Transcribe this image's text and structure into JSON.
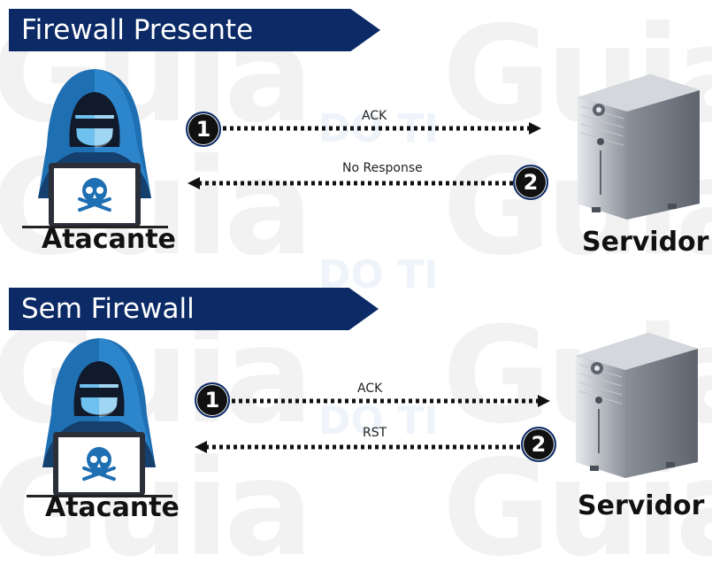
{
  "watermark": {
    "word": "Guia",
    "sub": "DO TI"
  },
  "sections": [
    {
      "title": "Firewall Presente",
      "attacker_label": "Atacante",
      "server_label": "Servidor",
      "steps": [
        {
          "number": "1",
          "label": "ACK",
          "direction": "to-server"
        },
        {
          "number": "2",
          "label": "No Response",
          "direction": "to-attacker"
        }
      ]
    },
    {
      "title": "Sem Firewall",
      "attacker_label": "Atacante",
      "server_label": "Servidor",
      "steps": [
        {
          "number": "1",
          "label": "ACK",
          "direction": "to-server"
        },
        {
          "number": "2",
          "label": "RST",
          "direction": "to-attacker"
        }
      ]
    }
  ],
  "colors": {
    "banner": "#0b2a66",
    "hood_light": "#6ec0ee",
    "hood_dark": "#1f6fb3",
    "skull": "#1f6fb3",
    "server": "#9aa0a8"
  },
  "icons": {
    "attacker": "hacker-laptop-icon",
    "server": "tower-server-icon",
    "skull": "skull-icon"
  }
}
